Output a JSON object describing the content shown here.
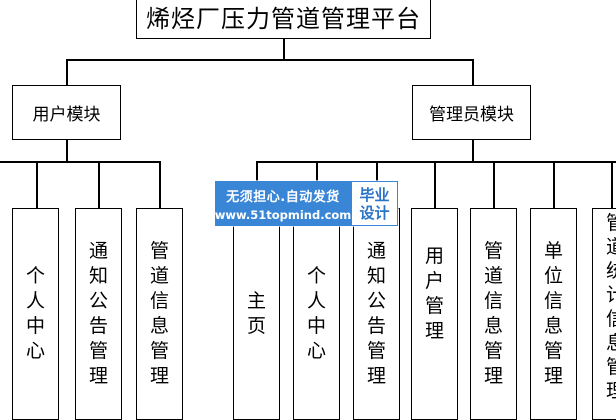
{
  "diagram": {
    "title": "烯烃厂压力管道管理平台",
    "modules": {
      "user": {
        "label": "用户模块",
        "children": [
          "个人中心",
          "通知公告管理",
          "管道信息管理"
        ]
      },
      "admin": {
        "label": "管理员模块",
        "children": [
          "主页",
          "个人中心",
          "通知公告管理",
          "用户管理",
          "管道信息管理",
          "单位信息管理",
          "管道统计信息管理"
        ]
      }
    }
  },
  "watermark": {
    "line1": "无须担心.自动发货",
    "line2": "www.51topmind.com",
    "badge_line1": "毕业",
    "badge_line2": "设计",
    "bg_color": "#3a86d6",
    "text_color": "#ffffff"
  }
}
